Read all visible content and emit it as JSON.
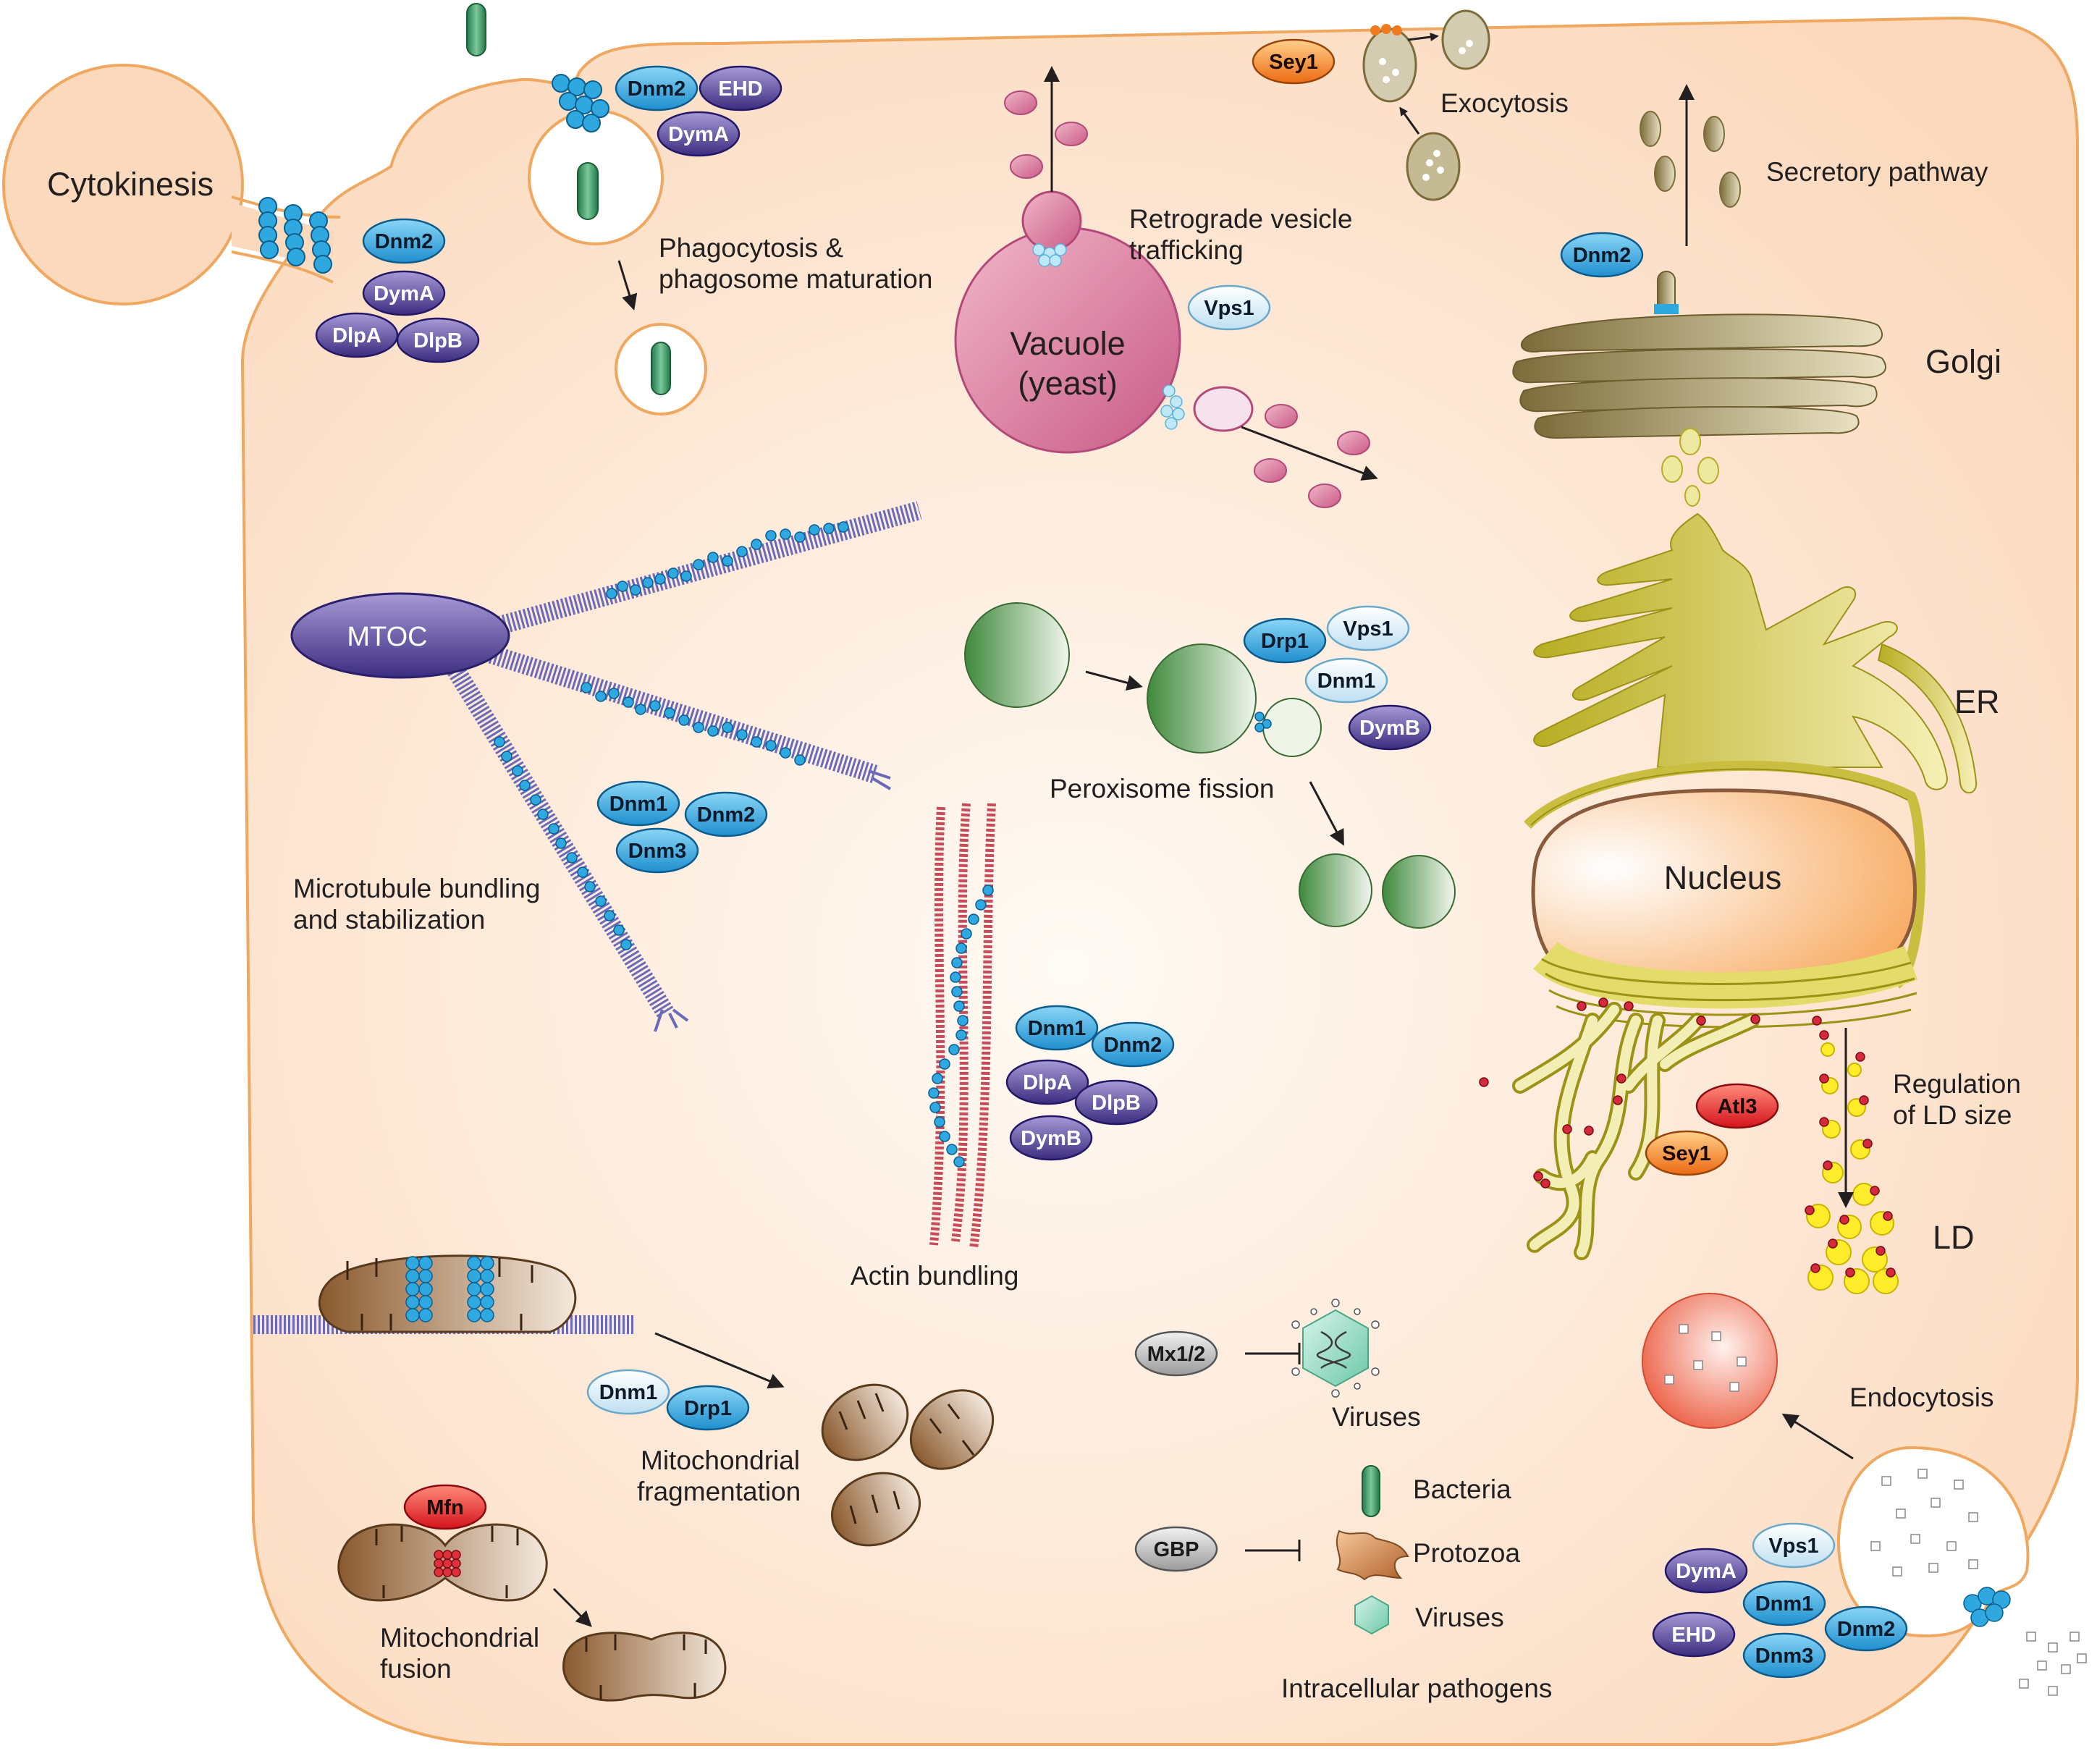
{
  "labels": {
    "cytokinesis": "Cytokinesis",
    "phago1": "Phagocytosis &",
    "phago2": "phagosome maturation",
    "retro1": "Retrograde vesicle",
    "retro2": "trafficking",
    "vacuole1": "Vacuole",
    "vacuole2": "(yeast)",
    "exocytosis": "Exocytosis",
    "secretory": "Secretory pathway",
    "golgi": "Golgi",
    "er": "ER",
    "mtoc": "MTOC",
    "peroxisome": "Peroxisome fission",
    "nucleus": "Nucleus",
    "microtubule1": "Microtubule bundling",
    "microtubule2": "and stabilization",
    "actin": "Actin bundling",
    "ld_reg1": "Regulation",
    "ld_reg2": "of LD size",
    "ld": "LD",
    "mito_frag1": "Mitochondrial",
    "mito_frag2": "fragmentation",
    "mito_fusion1": "Mitochondrial",
    "mito_fusion2": "fusion",
    "viruses_top": "Viruses",
    "bacteria": "Bacteria",
    "protozoa": "Protozoa",
    "viruses_bottom": "Viruses",
    "pathogens": "Intracellular pathogens",
    "endocytosis": "Endocytosis"
  },
  "proteins": {
    "cyto_dnm2": "Dnm2",
    "cyto_dyma": "DymA",
    "cyto_dlpa": "DlpA",
    "cyto_dlpb": "DlpB",
    "phago_dnm2": "Dnm2",
    "phago_ehd": "EHD",
    "phago_dyma": "DymA",
    "sey1_top": "Sey1",
    "vps1_vac": "Vps1",
    "golgi_dnm2": "Dnm2",
    "perox_drp1": "Drp1",
    "perox_vps1": "Vps1",
    "perox_dnm1": "Dnm1",
    "perox_dymb": "DymB",
    "mt_dnm1": "Dnm1",
    "mt_dnm2": "Dnm2",
    "mt_dnm3": "Dnm3",
    "act_dnm1": "Dnm1",
    "act_dnm2": "Dnm2",
    "act_dlpa": "DlpA",
    "act_dlpb": "DlpB",
    "act_dymb": "DymB",
    "atl3": "Atl3",
    "sey1_ld": "Sey1",
    "mito_dnm1": "Dnm1",
    "mito_drp1": "Drp1",
    "mfn": "Mfn",
    "mx": "Mx1/2",
    "gbp": "GBP",
    "endo_dyma": "DymA",
    "endo_vps1": "Vps1",
    "endo_dnm1": "Dnm1",
    "endo_ehd": "EHD",
    "endo_dnm2": "Dnm2",
    "endo_dnm3": "Dnm3"
  },
  "colors": {
    "cell_fill": "#fbdcc4",
    "cell_edge": "#f0a860",
    "blue_pill": "#2fa8e0",
    "light_pill": "#d8eef8",
    "purple_pill": "#4a3a8c",
    "red_pill": "#e02a2a",
    "orange_pill": "#f07a20",
    "grey_pill": "#bfbfbf"
  }
}
